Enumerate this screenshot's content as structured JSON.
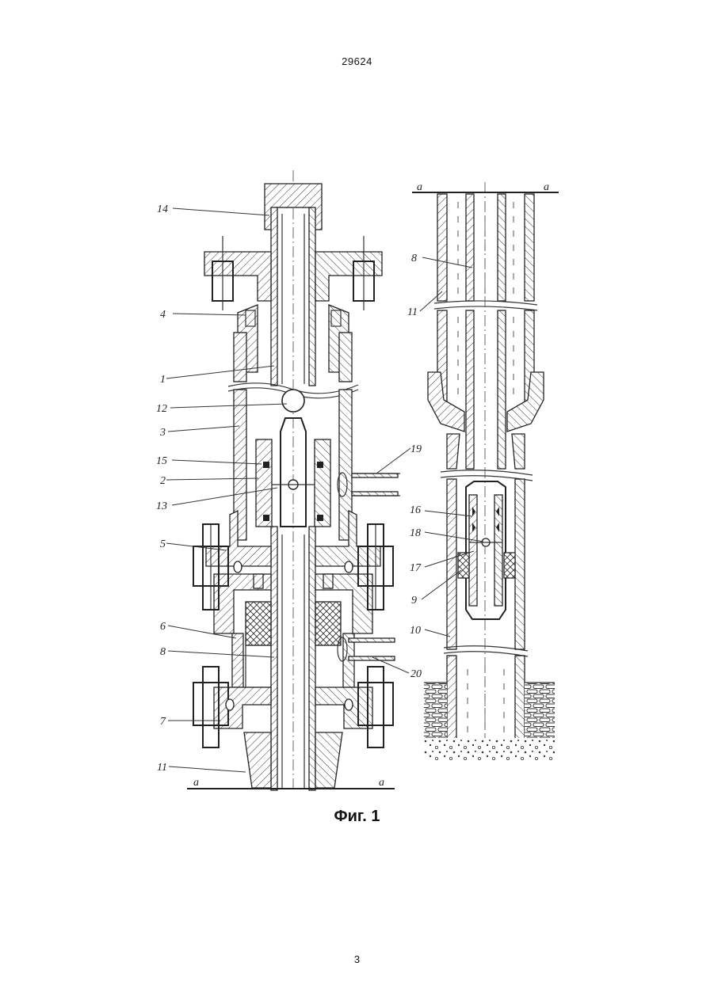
{
  "document": {
    "number": "29624",
    "page": "3"
  },
  "figure": {
    "caption": "Фиг. 1",
    "section_mark": "a",
    "left_labels": [
      "14",
      "4",
      "1",
      "12",
      "3",
      "15",
      "2",
      "13",
      "5",
      "6",
      "8",
      "7",
      "11"
    ],
    "left_right_labels": [
      "19",
      "20"
    ],
    "right_labels": [
      "8",
      "11",
      "16",
      "18",
      "17",
      "9",
      "10"
    ]
  }
}
